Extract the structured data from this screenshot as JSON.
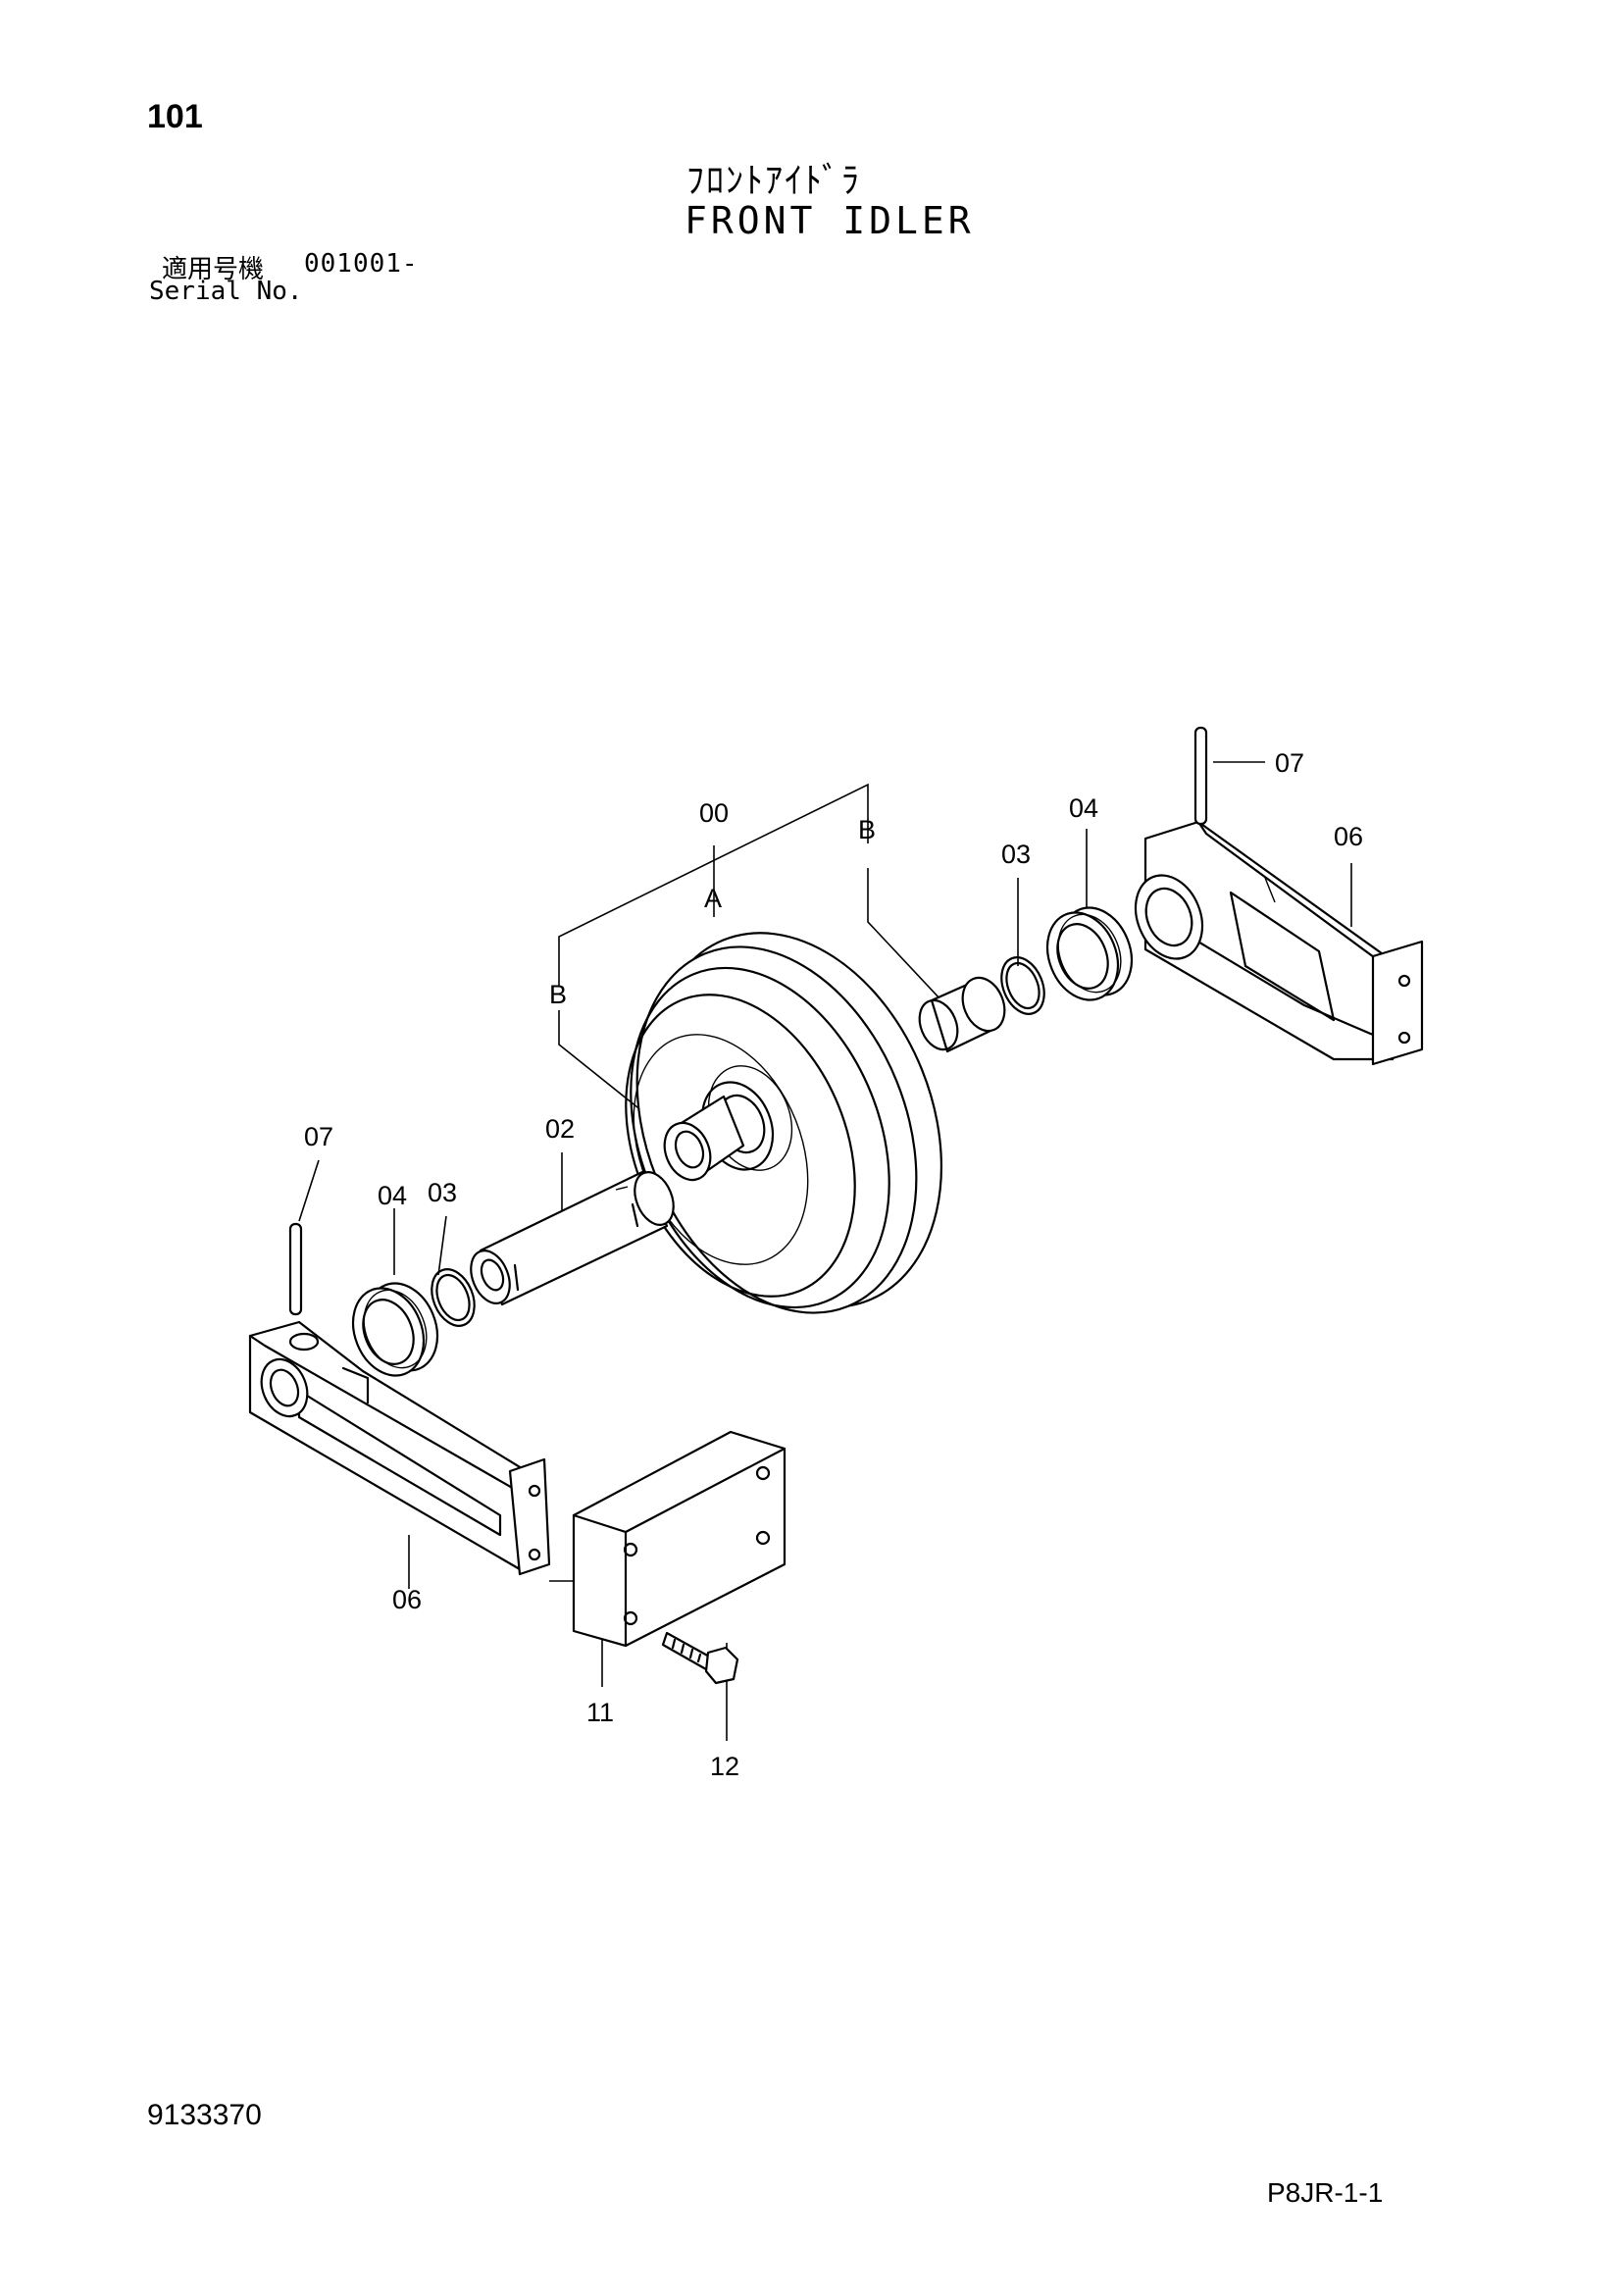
{
  "header": {
    "page_number": "101",
    "title_jp": "ﾌﾛﾝﾄｱｲﾄﾞﾗ",
    "title_en": "FRONT IDLER",
    "serial_label_jp": "適用号機",
    "serial_value": "001001-",
    "serial_label_en": "Serial No."
  },
  "callouts": {
    "assembly": "00",
    "group_a": "A",
    "group_b_left": "B",
    "group_b_right": "B",
    "shaft": "02",
    "o_ring_left": "03",
    "o_ring_right": "03",
    "seal_left": "04",
    "seal_right": "04",
    "support_left": "06",
    "support_right": "06",
    "pin_left": "07",
    "pin_right": "07",
    "block": "11",
    "bolt": "12"
  },
  "footer": {
    "doc_number": "9133370",
    "page_code": "P8JR-1-1"
  }
}
